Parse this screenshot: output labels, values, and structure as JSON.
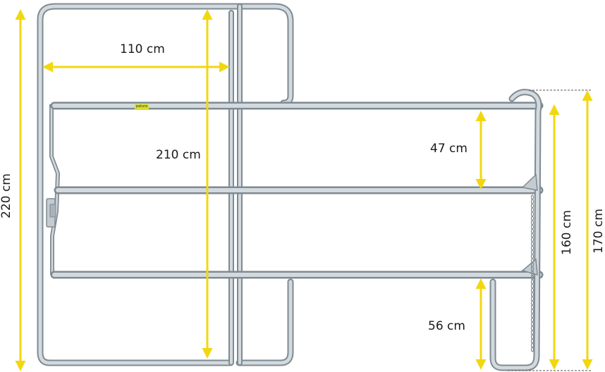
{
  "dimensions": {
    "width_110": "110 cm",
    "height_210": "210 cm",
    "height_220": "220 cm",
    "spacing_47": "47 cm",
    "height_160": "160 cm",
    "height_170": "170 cm",
    "gap_56": "56 cm"
  },
  "brand_label": "patura",
  "colors": {
    "tube_outer": "#7f8a91",
    "tube_inner": "#d3dadf",
    "dimension_arrow": "#f2d70f",
    "dashed_guide": "#555555"
  }
}
